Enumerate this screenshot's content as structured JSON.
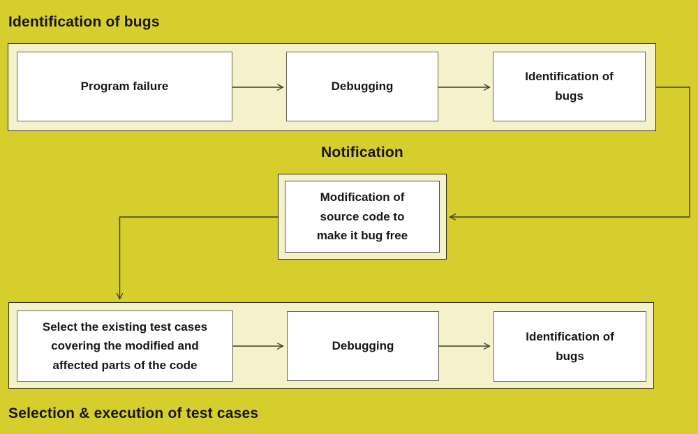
{
  "diagram": {
    "type": "flowchart",
    "topic": "Regression testing / debugging process",
    "colors": {
      "background": "#d5ce2d",
      "band_fill": "#f5f2cb",
      "node_fill": "#ffffff",
      "node_border": "#64645a",
      "band_border": "#2e2e1b",
      "arrow": "#3d3d2c",
      "text": "#161616"
    },
    "sections": {
      "top": {
        "title": "Identification of bugs",
        "boxes": [
          "Program failure",
          "Debugging",
          [
            "Identification of",
            "bugs"
          ]
        ]
      },
      "middle": {
        "title": "Notification",
        "box": [
          "Modification of",
          "source code to",
          "make it bug free"
        ]
      },
      "bottom": {
        "title": "Selection & execution of test cases",
        "boxes": [
          [
            "Select the existing test cases",
            "covering the modified and",
            "affected parts of the code"
          ],
          "Debugging",
          [
            "Identification of",
            "bugs"
          ]
        ]
      }
    }
  }
}
